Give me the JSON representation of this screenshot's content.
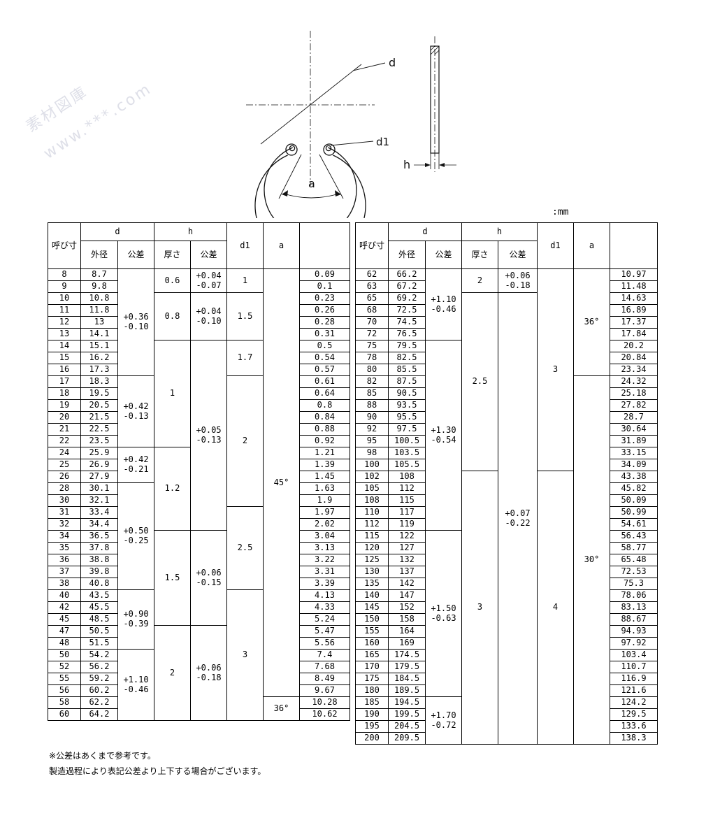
{
  "page": {
    "unit_label": ":mm"
  },
  "drawing": {
    "label_d": "d",
    "label_d1": "d1",
    "label_h": "h",
    "label_a": "a",
    "watermark_line1": "素材図庫",
    "watermark_line2": "www.***.com"
  },
  "headers": {
    "nominal": "呼び寸",
    "d_group": "d",
    "h_group": "h",
    "outer": "外径",
    "tolerance": "公差",
    "thickness": "厚さ",
    "d1": "d1",
    "a": "a",
    "mass": ""
  },
  "footnotes": {
    "line1": "※公差はあくまで参考です。",
    "line2": "製造過程により表記公差より上下する場合がございます。"
  },
  "left_table": {
    "rows": [
      [
        "8",
        "8.7",
        "0.09"
      ],
      [
        "9",
        "9.8",
        "0.1"
      ],
      [
        "10",
        "10.8",
        "0.23"
      ],
      [
        "11",
        "11.8",
        "0.26"
      ],
      [
        "12",
        "13",
        "0.28"
      ],
      [
        "13",
        "14.1",
        "0.31"
      ],
      [
        "14",
        "15.1",
        "0.5"
      ],
      [
        "15",
        "16.2",
        "0.54"
      ],
      [
        "16",
        "17.3",
        "0.57"
      ],
      [
        "17",
        "18.3",
        "0.61"
      ],
      [
        "18",
        "19.5",
        "0.64"
      ],
      [
        "19",
        "20.5",
        "0.8"
      ],
      [
        "20",
        "21.5",
        "0.84"
      ],
      [
        "21",
        "22.5",
        "0.88"
      ],
      [
        "22",
        "23.5",
        "0.92"
      ],
      [
        "24",
        "25.9",
        "1.21"
      ],
      [
        "25",
        "26.9",
        "1.39"
      ],
      [
        "26",
        "27.9",
        "1.45"
      ],
      [
        "28",
        "30.1",
        "1.63"
      ],
      [
        "30",
        "32.1",
        "1.9"
      ],
      [
        "31",
        "33.4",
        "1.97"
      ],
      [
        "32",
        "34.4",
        "2.02"
      ],
      [
        "34",
        "36.5",
        "3.04"
      ],
      [
        "35",
        "37.8",
        "3.13"
      ],
      [
        "36",
        "38.8",
        "3.22"
      ],
      [
        "37",
        "39.8",
        "3.31"
      ],
      [
        "38",
        "40.8",
        "3.39"
      ],
      [
        "40",
        "43.5",
        "4.13"
      ],
      [
        "42",
        "45.5",
        "4.33"
      ],
      [
        "45",
        "48.5",
        "5.24"
      ],
      [
        "47",
        "50.5",
        "5.47"
      ],
      [
        "48",
        "51.5",
        "5.56"
      ],
      [
        "50",
        "54.2",
        "7.4"
      ],
      [
        "52",
        "56.2",
        "7.68"
      ],
      [
        "55",
        "59.2",
        "8.49"
      ],
      [
        "56",
        "60.2",
        "9.67"
      ],
      [
        "58",
        "62.2",
        "10.28"
      ],
      [
        "60",
        "64.2",
        "10.62"
      ]
    ],
    "spans": {
      "od_tol": [
        {
          "s": 0,
          "n": 9,
          "t": "+0.36\n-0.10"
        },
        {
          "s": 9,
          "n": 6,
          "t": "+0.42\n-0.13"
        },
        {
          "s": 15,
          "n": 3,
          "t": "+0.42\n-0.21"
        },
        {
          "s": 18,
          "n": 9,
          "t": "+0.50\n-0.25"
        },
        {
          "s": 27,
          "n": 5,
          "t": "+0.90\n-0.39"
        },
        {
          "s": 32,
          "n": 6,
          "t": "+1.10\n-0.46"
        }
      ],
      "thickness": [
        {
          "s": 0,
          "n": 2,
          "t": "0.6"
        },
        {
          "s": 2,
          "n": 4,
          "t": "0.8"
        },
        {
          "s": 6,
          "n": 9,
          "t": "1"
        },
        {
          "s": 15,
          "n": 7,
          "t": "1.2"
        },
        {
          "s": 22,
          "n": 8,
          "t": "1.5"
        },
        {
          "s": 30,
          "n": 8,
          "t": "2"
        }
      ],
      "h_tol": [
        {
          "s": 0,
          "n": 2,
          "t": "+0.04\n-0.07"
        },
        {
          "s": 2,
          "n": 4,
          "t": "+0.04\n-0.10"
        },
        {
          "s": 6,
          "n": 16,
          "t": "+0.05\n-0.13"
        },
        {
          "s": 22,
          "n": 8,
          "t": "+0.06\n-0.15"
        },
        {
          "s": 30,
          "n": 8,
          "t": "+0.06\n-0.18"
        }
      ],
      "d1": [
        {
          "s": 0,
          "n": 2,
          "t": "1"
        },
        {
          "s": 2,
          "n": 4,
          "t": "1.5"
        },
        {
          "s": 6,
          "n": 3,
          "t": "1.7"
        },
        {
          "s": 9,
          "n": 11,
          "t": "2"
        },
        {
          "s": 20,
          "n": 7,
          "t": "2.5"
        },
        {
          "s": 27,
          "n": 11,
          "t": "3"
        }
      ],
      "a": [
        {
          "s": 0,
          "n": 36,
          "t": "45°"
        },
        {
          "s": 36,
          "n": 2,
          "t": "36°"
        }
      ]
    }
  },
  "right_table": {
    "rows": [
      [
        "62",
        "66.2",
        "10.97"
      ],
      [
        "63",
        "67.2",
        "11.48"
      ],
      [
        "65",
        "69.2",
        "14.63"
      ],
      [
        "68",
        "72.5",
        "16.89"
      ],
      [
        "70",
        "74.5",
        "17.37"
      ],
      [
        "72",
        "76.5",
        "17.84"
      ],
      [
        "75",
        "79.5",
        "20.2"
      ],
      [
        "78",
        "82.5",
        "20.84"
      ],
      [
        "80",
        "85.5",
        "23.34"
      ],
      [
        "82",
        "87.5",
        "24.32"
      ],
      [
        "85",
        "90.5",
        "25.18"
      ],
      [
        "88",
        "93.5",
        "27.82"
      ],
      [
        "90",
        "95.5",
        "28.7"
      ],
      [
        "92",
        "97.5",
        "30.64"
      ],
      [
        "95",
        "100.5",
        "31.89"
      ],
      [
        "98",
        "103.5",
        "33.15"
      ],
      [
        "100",
        "105.5",
        "34.09"
      ],
      [
        "102",
        "108",
        "43.38"
      ],
      [
        "105",
        "112",
        "45.82"
      ],
      [
        "108",
        "115",
        "50.09"
      ],
      [
        "110",
        "117",
        "50.99"
      ],
      [
        "112",
        "119",
        "54.61"
      ],
      [
        "115",
        "122",
        "56.43"
      ],
      [
        "120",
        "127",
        "58.77"
      ],
      [
        "125",
        "132",
        "65.48"
      ],
      [
        "130",
        "137",
        "72.53"
      ],
      [
        "135",
        "142",
        "75.3"
      ],
      [
        "140",
        "147",
        "78.06"
      ],
      [
        "145",
        "152",
        "83.13"
      ],
      [
        "150",
        "158",
        "88.67"
      ],
      [
        "155",
        "164",
        "94.93"
      ],
      [
        "160",
        "169",
        "97.92"
      ],
      [
        "165",
        "174.5",
        "103.4"
      ],
      [
        "170",
        "179.5",
        "110.7"
      ],
      [
        "175",
        "184.5",
        "116.9"
      ],
      [
        "180",
        "189.5",
        "121.6"
      ],
      [
        "185",
        "194.5",
        "124.2"
      ],
      [
        "190",
        "199.5",
        "129.5"
      ],
      [
        "195",
        "204.5",
        "133.6"
      ],
      [
        "200",
        "209.5",
        "138.3"
      ]
    ],
    "spans": {
      "od_tol": [
        {
          "s": 0,
          "n": 6,
          "t": "+1.10\n-0.46"
        },
        {
          "s": 6,
          "n": 16,
          "t": "+1.30\n-0.54"
        },
        {
          "s": 22,
          "n": 14,
          "t": "+1.50\n-0.63"
        },
        {
          "s": 36,
          "n": 4,
          "t": "+1.70\n-0.72"
        }
      ],
      "thickness": [
        {
          "s": 0,
          "n": 2,
          "t": "2"
        },
        {
          "s": 2,
          "n": 15,
          "t": "2.5"
        },
        {
          "s": 17,
          "n": 23,
          "t": "3"
        }
      ],
      "h_tol": [
        {
          "s": 0,
          "n": 2,
          "t": "+0.06\n-0.18"
        },
        {
          "s": 2,
          "n": 38,
          "t": "+0.07\n-0.22"
        }
      ],
      "d1": [
        {
          "s": 0,
          "n": 17,
          "t": "3"
        },
        {
          "s": 17,
          "n": 23,
          "t": "4"
        }
      ],
      "a": [
        {
          "s": 0,
          "n": 9,
          "t": "36°"
        },
        {
          "s": 9,
          "n": 31,
          "t": "30°"
        }
      ]
    }
  }
}
